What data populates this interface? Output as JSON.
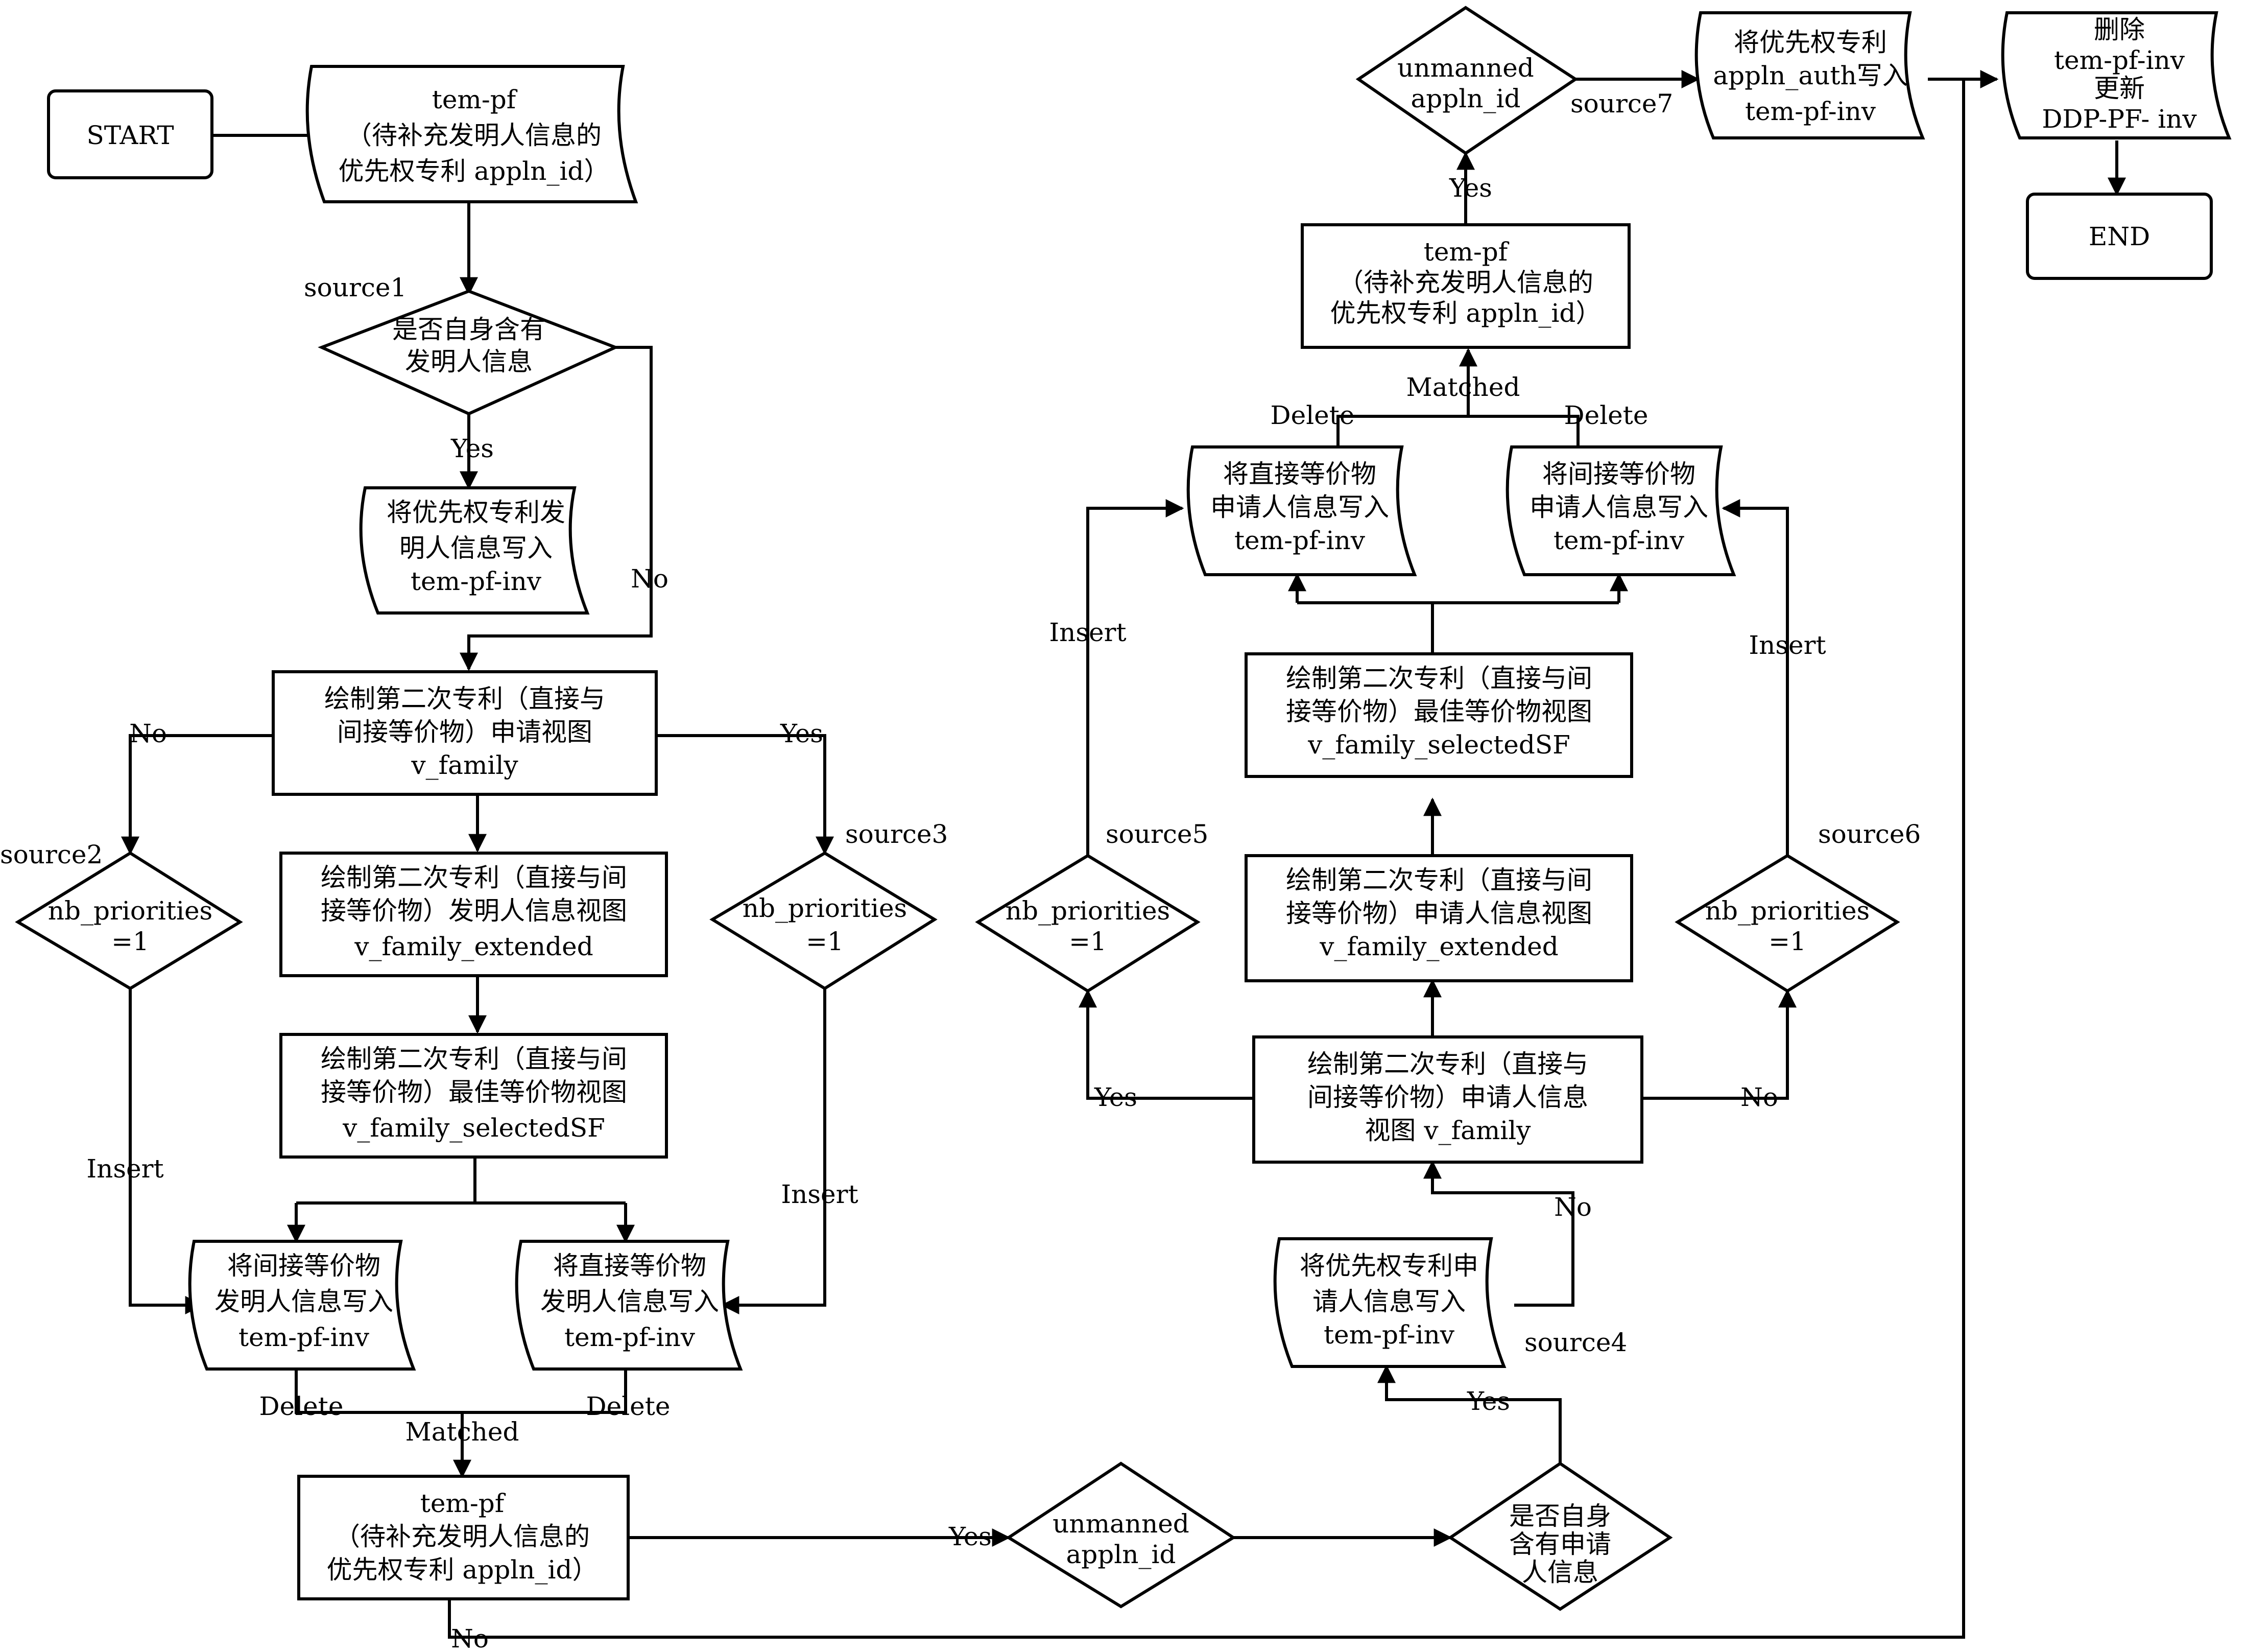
{
  "nodes": {
    "start": "START",
    "end": "END",
    "tempf_top": [
      "tem-pf",
      "（待补充发明人信息的",
      "优先权专利 appln_id）"
    ],
    "d_self_inv": [
      "是否自身含有",
      "发明人信息"
    ],
    "write_inv": [
      "将优先权专利发",
      "明人信息写入",
      "tem-pf-inv"
    ],
    "vfam_l": [
      "绘制第二次专利（直接与",
      "间接等价物）申请视图",
      "v_family"
    ],
    "vfamext_l": [
      "绘制第二次专利（直接与间",
      "接等价物）发明人信息视图",
      "v_family_extended"
    ],
    "vsel_l": [
      "绘制第二次专利（直接与间",
      "接等价物）最佳等价物视图",
      "v_family_selectedSF"
    ],
    "nb2": [
      "nb_priorities",
      "=1"
    ],
    "nb3": [
      "nb_priorities",
      "=1"
    ],
    "ind_inv": [
      "将间接等价物",
      "发明人信息写入",
      "tem-pf-inv"
    ],
    "dir_inv": [
      "将直接等价物",
      "发明人信息写入",
      "tem-pf-inv"
    ],
    "tempf_bot": [
      "tem-pf",
      "（待补充发明人信息的",
      "优先权专利 appln_id）"
    ],
    "unm_bot": [
      "unmanned",
      "appln_id"
    ],
    "d_self_app": [
      "是否自身",
      "含有申请",
      "人信息"
    ],
    "write_app": [
      "将优先权专利申",
      "请人信息写入",
      "tem-pf-inv"
    ],
    "vfam_r": [
      "绘制第二次专利（直接与",
      "间接等价物）申请人信息",
      "视图 v_family"
    ],
    "vfamext_r": [
      "绘制第二次专利（直接与间",
      "接等价物）申请人信息视图",
      "v_family_extended"
    ],
    "vsel_r": [
      "绘制第二次专利（直接与间",
      "接等价物）最佳等价物视图",
      "v_family_selectedSF"
    ],
    "nb5": [
      "nb_priorities",
      "=1"
    ],
    "nb6": [
      "nb_priorities",
      "=1"
    ],
    "dir_app": [
      "将直接等价物",
      "申请人信息写入",
      "tem-pf-inv"
    ],
    "ind_app": [
      "将间接等价物",
      "申请人信息写入",
      "tem-pf-inv"
    ],
    "tempf_right": [
      "tem-pf",
      "（待补充发明人信息的",
      "优先权专利 appln_id）"
    ],
    "unm_top": [
      "unmanned",
      "appln_id"
    ],
    "auth": [
      "将优先权专利",
      "appln_auth写入",
      "tem-pf-inv"
    ],
    "del_update": [
      "删除",
      "tem-pf-inv",
      "更新",
      "DDP-PF- inv"
    ]
  },
  "labels": {
    "source1": "source1",
    "source2": "source2",
    "source3": "source3",
    "source4": "source4",
    "source5": "source5",
    "source6": "source6",
    "source7": "source7",
    "yes": "Yes",
    "no": "No",
    "insert": "Insert",
    "delete": "Delete",
    "matched": "Matched"
  }
}
